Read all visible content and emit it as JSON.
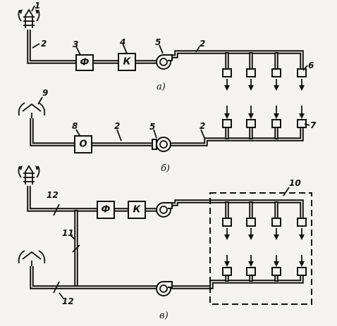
{
  "labels": {
    "filter": "Ф",
    "heater": "К",
    "o_unit": "О"
  },
  "subfigures": {
    "a": "а)",
    "b": "б)",
    "c": "в)"
  },
  "callouts": {
    "n1": "1",
    "n2": "2",
    "n3": "3",
    "n4": "4",
    "n5": "5",
    "n6": "6",
    "n7": "7",
    "n8": "8",
    "n9": "9",
    "n10": "10",
    "n11": "11",
    "n12": "12"
  }
}
